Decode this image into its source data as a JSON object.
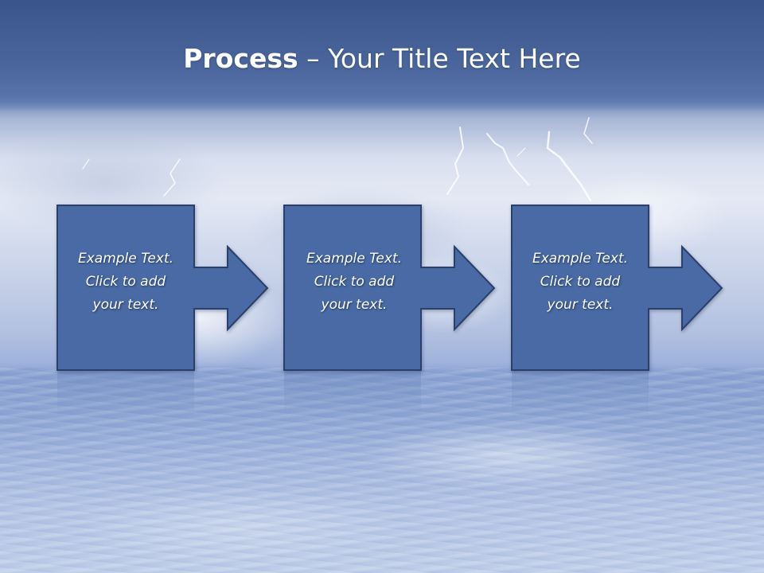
{
  "slide": {
    "title_bold": "Process",
    "title_rest": " – Your Title Text Here",
    "steps": [
      {
        "lines": [
          "Example Text.",
          "Click  to add",
          "your text."
        ]
      },
      {
        "lines": [
          "Example Text.",
          "Click  to add",
          "your text."
        ]
      },
      {
        "lines": [
          "Example Text.",
          "Click  to add",
          "your text."
        ]
      }
    ]
  },
  "colors": {
    "box_fill": "#4a6aa4",
    "box_border": "#2a3f6a",
    "title_band": "#3f5a8c",
    "text": "#ffffff"
  }
}
